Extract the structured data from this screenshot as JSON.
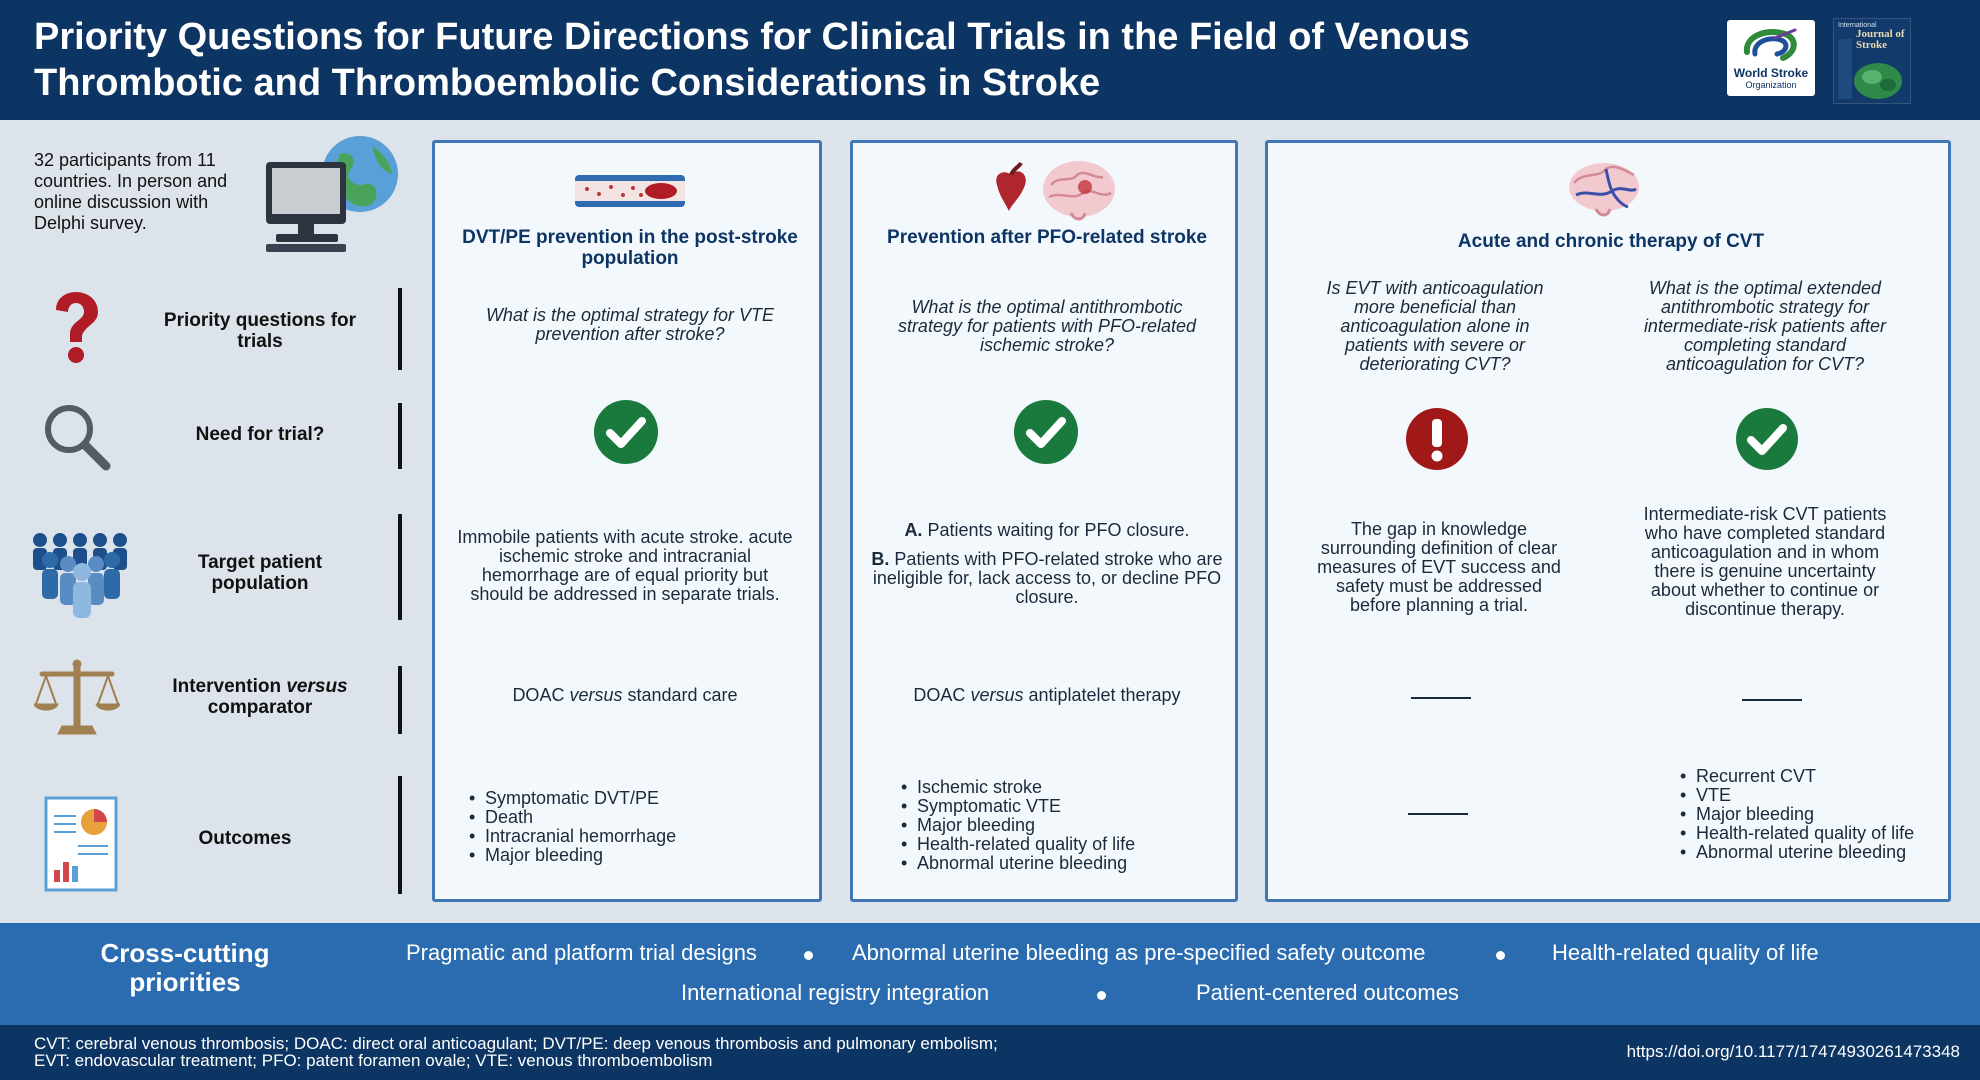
{
  "header": {
    "title": "Priority Questions for Future Directions for Clinical Trials in the Field of Venous Thrombotic and Thromboembolic Considerations in Stroke",
    "wso_logo_line1": "World Stroke",
    "wso_logo_line2": "Organization",
    "journal_line1": "International",
    "journal_line2": "Journal of Stroke"
  },
  "intro": "32 participants from 11 countries. In person and  online discussion with Delphi survey.",
  "rows": {
    "priority_questions": "Priority questions for trials",
    "need_for_trial": "Need for trial?",
    "target_population": "Target patient population",
    "intervention_a": "Intervention ",
    "intervention_versus": "versus",
    "intervention_b": " comparator",
    "outcomes": "Outcomes"
  },
  "panels": {
    "dvt": {
      "title": "DVT/PE prevention in the post-stroke population",
      "question": "What is the optimal strategy for VTE prevention after stroke?",
      "need_status": "check",
      "population": "Immobile patients with acute stroke. acute ischemic stroke and intracranial hemorrhage are of equal priority but should be addressed in separate trials.",
      "intervention_a": "DOAC ",
      "intervention_versus": "versus",
      "intervention_b": " standard care",
      "outcomes": [
        "Symptomatic DVT/PE",
        "Death",
        "Intracranial hemorrhage",
        "Major bleeding"
      ]
    },
    "pfo": {
      "title": "Prevention after PFO-related stroke",
      "question": "What is the optimal antithrombotic strategy for patients with PFO-related ischemic stroke?",
      "need_status": "check",
      "population_a_label": "A.",
      "population_a": " Patients waiting for PFO closure.",
      "population_b_label": "B.",
      "population_b": " Patients with PFO-related stroke who are ineligible for, lack access to, or decline PFO closure.",
      "intervention_a": "DOAC ",
      "intervention_versus": "versus",
      "intervention_b": " antiplatelet therapy",
      "outcomes": [
        "Ischemic stroke",
        "Symptomatic VTE",
        "Major bleeding",
        "Health-related quality of life",
        "Abnormal uterine bleeding"
      ]
    },
    "cvt": {
      "title": "Acute and chronic therapy of CVT",
      "left": {
        "question": "Is EVT with anticoagulation more beneficial than anticoagulation alone in patients with severe or deteriorating CVT?",
        "need_status": "exclamation",
        "population": "The gap in knowledge surrounding definition of clear measures of EVT success and safety must be addressed before planning a trial."
      },
      "right": {
        "question": "What is the optimal extended antithrombotic strategy for intermediate-risk patients after completing standard anticoagulation for CVT?",
        "need_status": "check",
        "population": "Intermediate-risk CVT patients who have completed standard anticoagulation and in whom there is genuine uncertainty about whether to continue or discontinue therapy.",
        "outcomes": [
          "Recurrent CVT",
          "VTE",
          "Major bleeding",
          "Health-related quality of life",
          "Abnormal uterine bleeding"
        ]
      }
    }
  },
  "cross_cutting": {
    "title": "Cross-cutting priorities",
    "items": [
      "Pragmatic and platform trial designs",
      "Abnormal uterine bleeding as pre-specified safety outcome",
      "Health-related quality of life",
      "International registry integration",
      "Patient-centered outcomes"
    ]
  },
  "footer": {
    "abbreviations_line1": "CVT: cerebral venous thrombosis; DOAC: direct oral anticoagulant; DVT/PE: deep venous thrombosis and pulmonary embolism;",
    "abbreviations_line2": "EVT: endovascular treatment; PFO: patent foramen ovale; VTE: venous thromboembolism",
    "doi": "https://doi.org/10.1177/17474930261473348"
  },
  "colors": {
    "header_bg": "#0d3564",
    "panel_border": "#3f78b5",
    "check_green": "#1a7a3e",
    "alert_red": "#a01818",
    "cross_band": "#2b6cb0"
  }
}
